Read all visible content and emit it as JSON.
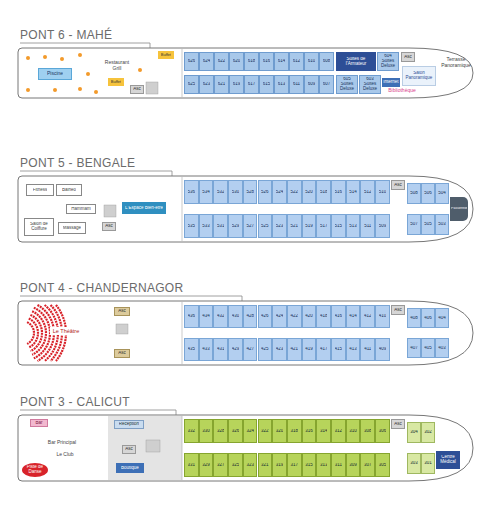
{
  "diagram": {
    "nodes": [
      {
        "text": [
          "PONT 6 - MAHÉ"
        ]
      },
      {
        "text": [
          "Piscine"
        ],
        "in": 0
      },
      {
        "text": [
          "Buffet"
        ],
        "in": 0
      },
      {
        "text": [
          "Buffet"
        ],
        "in": 0
      },
      {
        "text": [
          "Asc"
        ],
        "in": 0
      },
      {
        "text": [
          "626"
        ],
        "in": 0
      },
      {
        "text": [
          "624"
        ],
        "in": 0
      },
      {
        "text": [
          "622"
        ],
        "in": 0
      },
      {
        "text": [
          "620"
        ],
        "in": 0
      },
      {
        "text": [
          "618"
        ],
        "in": 0
      },
      {
        "text": [
          "616"
        ],
        "in": 0
      },
      {
        "text": [
          "614"
        ],
        "in": 0
      },
      {
        "text": [
          "612"
        ],
        "in": 0
      },
      {
        "text": [
          "610"
        ],
        "in": 0
      },
      {
        "text": [
          "608"
        ],
        "in": 0
      },
      {
        "text": [
          "Suites de l'Armateur"
        ],
        "in": 0
      },
      {
        "text": [
          "604",
          "Suites Deluxe"
        ],
        "in": 0
      },
      {
        "text": [
          "Asc"
        ],
        "in": 0
      },
      {
        "text": [
          "625"
        ],
        "in": 0
      },
      {
        "text": [
          "623"
        ],
        "in": 0
      },
      {
        "text": [
          "621"
        ],
        "in": 0
      },
      {
        "text": [
          "619"
        ],
        "in": 0
      },
      {
        "text": [
          "617"
        ],
        "in": 0
      },
      {
        "text": [
          "615"
        ],
        "in": 0
      },
      {
        "text": [
          "613"
        ],
        "in": 0
      },
      {
        "text": [
          "611"
        ],
        "in": 0
      },
      {
        "text": [
          "609"
        ],
        "in": 0
      },
      {
        "text": [
          "607"
        ],
        "in": 0
      },
      {
        "text": [
          "605",
          "Suites Deluxe"
        ],
        "in": 0
      },
      {
        "text": [
          "603",
          "Suites Deluxe"
        ],
        "in": 0
      },
      {
        "text": [
          "Internet"
        ],
        "in": 0
      },
      {
        "text": [
          "Salon Panoramique"
        ],
        "in": 0
      },
      {
        "text": [
          "PONT 5 - BENGALE"
        ]
      },
      {
        "text": [
          "Fitness"
        ],
        "in": 32
      },
      {
        "text": [
          "Balnéo"
        ],
        "in": 32
      },
      {
        "text": [
          "Hammam"
        ],
        "in": 32
      },
      {
        "text": [
          "Salon de Coiffure"
        ],
        "in": 32
      },
      {
        "text": [
          "Massage"
        ],
        "in": 32
      },
      {
        "text": [
          "L'Espace Bien-être"
        ],
        "in": 32
      },
      {
        "text": [
          "Asc"
        ],
        "in": 32
      },
      {
        "text": [
          "536"
        ],
        "in": 32
      },
      {
        "text": [
          "534"
        ],
        "in": 32
      },
      {
        "text": [
          "532"
        ],
        "in": 32
      },
      {
        "text": [
          "530"
        ],
        "in": 32
      },
      {
        "text": [
          "528"
        ],
        "in": 32
      },
      {
        "text": [
          "526"
        ],
        "in": 32
      },
      {
        "text": [
          "524"
        ],
        "in": 32
      },
      {
        "text": [
          "522"
        ],
        "in": 32
      },
      {
        "text": [
          "520"
        ],
        "in": 32
      },
      {
        "text": [
          "518"
        ],
        "in": 32
      },
      {
        "text": [
          "516"
        ],
        "in": 32
      },
      {
        "text": [
          "514"
        ],
        "in": 32
      },
      {
        "text": [
          "512"
        ],
        "in": 32
      },
      {
        "text": [
          "510"
        ],
        "in": 32
      },
      {
        "text": [
          "Asc"
        ],
        "in": 32
      },
      {
        "text": [
          "508"
        ],
        "in": 32
      },
      {
        "text": [
          "506"
        ],
        "in": 32
      },
      {
        "text": [
          "504"
        ],
        "in": 32
      },
      {
        "text": [
          "535"
        ],
        "in": 32
      },
      {
        "text": [
          "533"
        ],
        "in": 32
      },
      {
        "text": [
          "531"
        ],
        "in": 32
      },
      {
        "text": [
          "529"
        ],
        "in": 32
      },
      {
        "text": [
          "527"
        ],
        "in": 32
      },
      {
        "text": [
          "525"
        ],
        "in": 32
      },
      {
        "text": [
          "523"
        ],
        "in": 32
      },
      {
        "text": [
          "521"
        ],
        "in": 32
      },
      {
        "text": [
          "519"
        ],
        "in": 32
      },
      {
        "text": [
          "517"
        ],
        "in": 32
      },
      {
        "text": [
          "515"
        ],
        "in": 32
      },
      {
        "text": [
          "513"
        ],
        "in": 32
      },
      {
        "text": [
          "511"
        ],
        "in": 32
      },
      {
        "text": [
          "509"
        ],
        "in": 32
      },
      {
        "text": [
          "507"
        ],
        "in": 32
      },
      {
        "text": [
          "505"
        ],
        "in": 32
      },
      {
        "text": [
          "503"
        ],
        "in": 32
      },
      {
        "text": [
          "Passerelle"
        ],
        "in": 32
      },
      {
        "text": [
          "PONT 4 - CHANDERNAGOR"
        ]
      },
      {
        "text": [
          "Asc"
        ],
        "in": 76
      },
      {
        "text": [
          "Asc"
        ],
        "in": 76
      },
      {
        "text": [
          "436"
        ],
        "in": 76
      },
      {
        "text": [
          "434"
        ],
        "in": 76
      },
      {
        "text": [
          "432"
        ],
        "in": 76
      },
      {
        "text": [
          "430"
        ],
        "in": 76
      },
      {
        "text": [
          "428"
        ],
        "in": 76
      },
      {
        "text": [
          "426"
        ],
        "in": 76
      },
      {
        "text": [
          "424"
        ],
        "in": 76
      },
      {
        "text": [
          "422"
        ],
        "in": 76
      },
      {
        "text": [
          "420"
        ],
        "in": 76
      },
      {
        "text": [
          "418"
        ],
        "in": 76
      },
      {
        "text": [
          "416"
        ],
        "in": 76
      },
      {
        "text": [
          "414"
        ],
        "in": 76
      },
      {
        "text": [
          "412"
        ],
        "in": 76
      },
      {
        "text": [
          "410"
        ],
        "in": 76
      },
      {
        "text": [
          "Asc"
        ],
        "in": 76
      },
      {
        "text": [
          "408"
        ],
        "in": 76
      },
      {
        "text": [
          "406"
        ],
        "in": 76
      },
      {
        "text": [
          "404"
        ],
        "in": 76
      },
      {
        "text": [
          "435"
        ],
        "in": 76
      },
      {
        "text": [
          "433"
        ],
        "in": 76
      },
      {
        "text": [
          "431"
        ],
        "in": 76
      },
      {
        "text": [
          "429"
        ],
        "in": 76
      },
      {
        "text": [
          "427"
        ],
        "in": 76
      },
      {
        "text": [
          "425"
        ],
        "in": 76
      },
      {
        "text": [
          "423"
        ],
        "in": 76
      },
      {
        "text": [
          "421"
        ],
        "in": 76
      },
      {
        "text": [
          "419"
        ],
        "in": 76
      },
      {
        "text": [
          "417"
        ],
        "in": 76
      },
      {
        "text": [
          "415"
        ],
        "in": 76
      },
      {
        "text": [
          "413"
        ],
        "in": 76
      },
      {
        "text": [
          "411"
        ],
        "in": 76
      },
      {
        "text": [
          "409"
        ],
        "in": 76
      },
      {
        "text": [
          "407"
        ],
        "in": 76
      },
      {
        "text": [
          "405"
        ],
        "in": 76
      },
      {
        "text": [
          "403"
        ],
        "in": 76
      },
      {
        "text": [
          "PONT 3 - CALICUT"
        ]
      },
      {
        "text": [
          "Bar"
        ],
        "in": 114
      },
      {
        "text": [
          "Piste de Danse"
        ],
        "in": 114
      },
      {
        "text": [
          "Réception"
        ],
        "in": 114
      },
      {
        "text": [
          "Asc"
        ],
        "in": 114
      },
      {
        "text": [
          "Boutique"
        ],
        "in": 114
      },
      {
        "text": [
          "332"
        ],
        "in": 114
      },
      {
        "text": [
          "330"
        ],
        "in": 114
      },
      {
        "text": [
          "328"
        ],
        "in": 114
      },
      {
        "text": [
          "326"
        ],
        "in": 114
      },
      {
        "text": [
          "324"
        ],
        "in": 114
      },
      {
        "text": [
          "322"
        ],
        "in": 114
      },
      {
        "text": [
          "320"
        ],
        "in": 114
      },
      {
        "text": [
          "318"
        ],
        "in": 114
      },
      {
        "text": [
          "316"
        ],
        "in": 114
      },
      {
        "text": [
          "314"
        ],
        "in": 114
      },
      {
        "text": [
          "312"
        ],
        "in": 114
      },
      {
        "text": [
          "310"
        ],
        "in": 114
      },
      {
        "text": [
          "308"
        ],
        "in": 114
      },
      {
        "text": [
          "306"
        ],
        "in": 114
      },
      {
        "text": [
          "Asc"
        ],
        "in": 114
      },
      {
        "text": [
          "304"
        ],
        "in": 114
      },
      {
        "text": [
          "302"
        ],
        "in": 114
      },
      {
        "text": [
          "331"
        ],
        "in": 114
      },
      {
        "text": [
          "329"
        ],
        "in": 114
      },
      {
        "text": [
          "327"
        ],
        "in": 114
      },
      {
        "text": [
          "325"
        ],
        "in": 114
      },
      {
        "text": [
          "323"
        ],
        "in": 114
      },
      {
        "text": [
          "321"
        ],
        "in": 114
      },
      {
        "text": [
          "319"
        ],
        "in": 114
      },
      {
        "text": [
          "317"
        ],
        "in": 114
      },
      {
        "text": [
          "315"
        ],
        "in": 114
      },
      {
        "text": [
          "313"
        ],
        "in": 114
      },
      {
        "text": [
          "311"
        ],
        "in": 114
      },
      {
        "text": [
          "309"
        ],
        "in": 114
      },
      {
        "text": [
          "307"
        ],
        "in": 114
      },
      {
        "text": [
          "305"
        ],
        "in": 114
      },
      {
        "text": [
          "303"
        ],
        "in": 114
      },
      {
        "text": [
          "301"
        ],
        "in": 114
      },
      {
        "text": [
          "Centre Médical"
        ],
        "in": 114
      }
    ],
    "labels": [
      "Restaurant Grill",
      "Bibliothèque",
      "Terrasse Panoramique",
      "Le Théâtre",
      "Bar Principal",
      "Le Club"
    ]
  }
}
